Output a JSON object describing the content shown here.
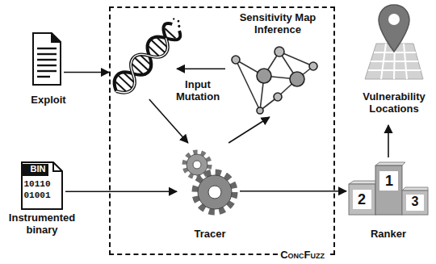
{
  "diagram": {
    "nodes": [
      {
        "text": [
          "ConcFuzz"
        ]
      },
      {
        "text": [
          "Exploit"
        ]
      },
      {
        "text": [
          "Sensitivity Map Inference"
        ],
        "in": 0
      },
      {
        "text": [
          "Input Mutation"
        ],
        "in": 0
      },
      {
        "text": [
          "Vulnerability Locations"
        ]
      },
      {
        "text": [
          "Instrumented binary"
        ]
      },
      {
        "text": [
          "Tracer"
        ],
        "in": 0
      },
      {
        "text": [
          "Ranker"
        ]
      }
    ],
    "edges": [
      {
        "from": 1,
        "to": 3,
        "arrow": "to"
      },
      {
        "from": 2,
        "to": 3,
        "arrow": "to"
      },
      {
        "from": 3,
        "to": 6,
        "arrow": "to"
      },
      {
        "from": 5,
        "to": 6,
        "arrow": "to"
      },
      {
        "from": 6,
        "to": 2,
        "arrow": "to"
      },
      {
        "from": 6,
        "to": 7,
        "arrow": "to"
      },
      {
        "from": 7,
        "to": 4,
        "arrow": "to"
      }
    ],
    "labels": [
      "BIN",
      "10110",
      "01001",
      "2",
      "1",
      "3"
    ]
  }
}
